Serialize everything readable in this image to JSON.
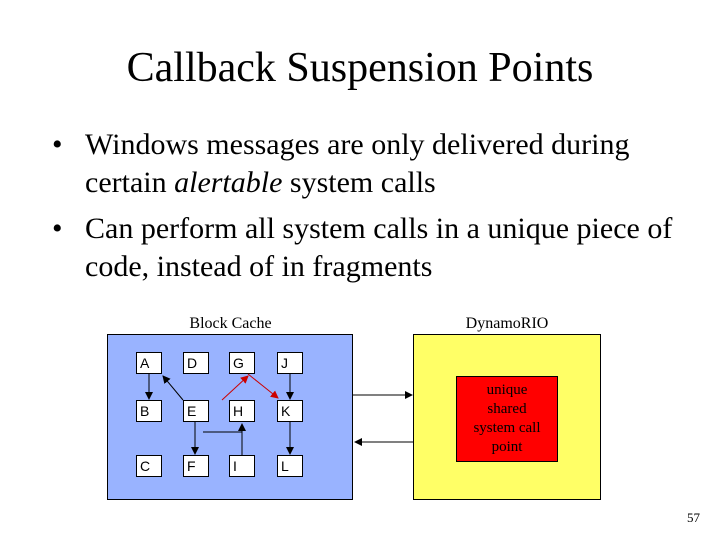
{
  "slide": {
    "title": "Callback Suspension Points",
    "bullets": [
      {
        "before": "Windows messages are only delivered during certain ",
        "emphasis": "alertable",
        "after": " system calls"
      },
      {
        "text": "Can perform all system calls in a unique piece of code, instead of in fragments"
      }
    ],
    "page_number": "57"
  },
  "diagram": {
    "block_cache_label": "Block Cache",
    "dynamorio_label": "DynamoRIO",
    "blocks": [
      "A",
      "D",
      "G",
      "J",
      "B",
      "E",
      "H",
      "K",
      "C",
      "F",
      "I",
      "L"
    ],
    "syscall_lines": [
      "unique",
      "shared",
      "system call",
      "point"
    ],
    "colors": {
      "cache": "#99b3ff",
      "dynamorio": "#ffff66",
      "syscall": "#ff0000",
      "red_arrow": "#cc0000"
    }
  }
}
